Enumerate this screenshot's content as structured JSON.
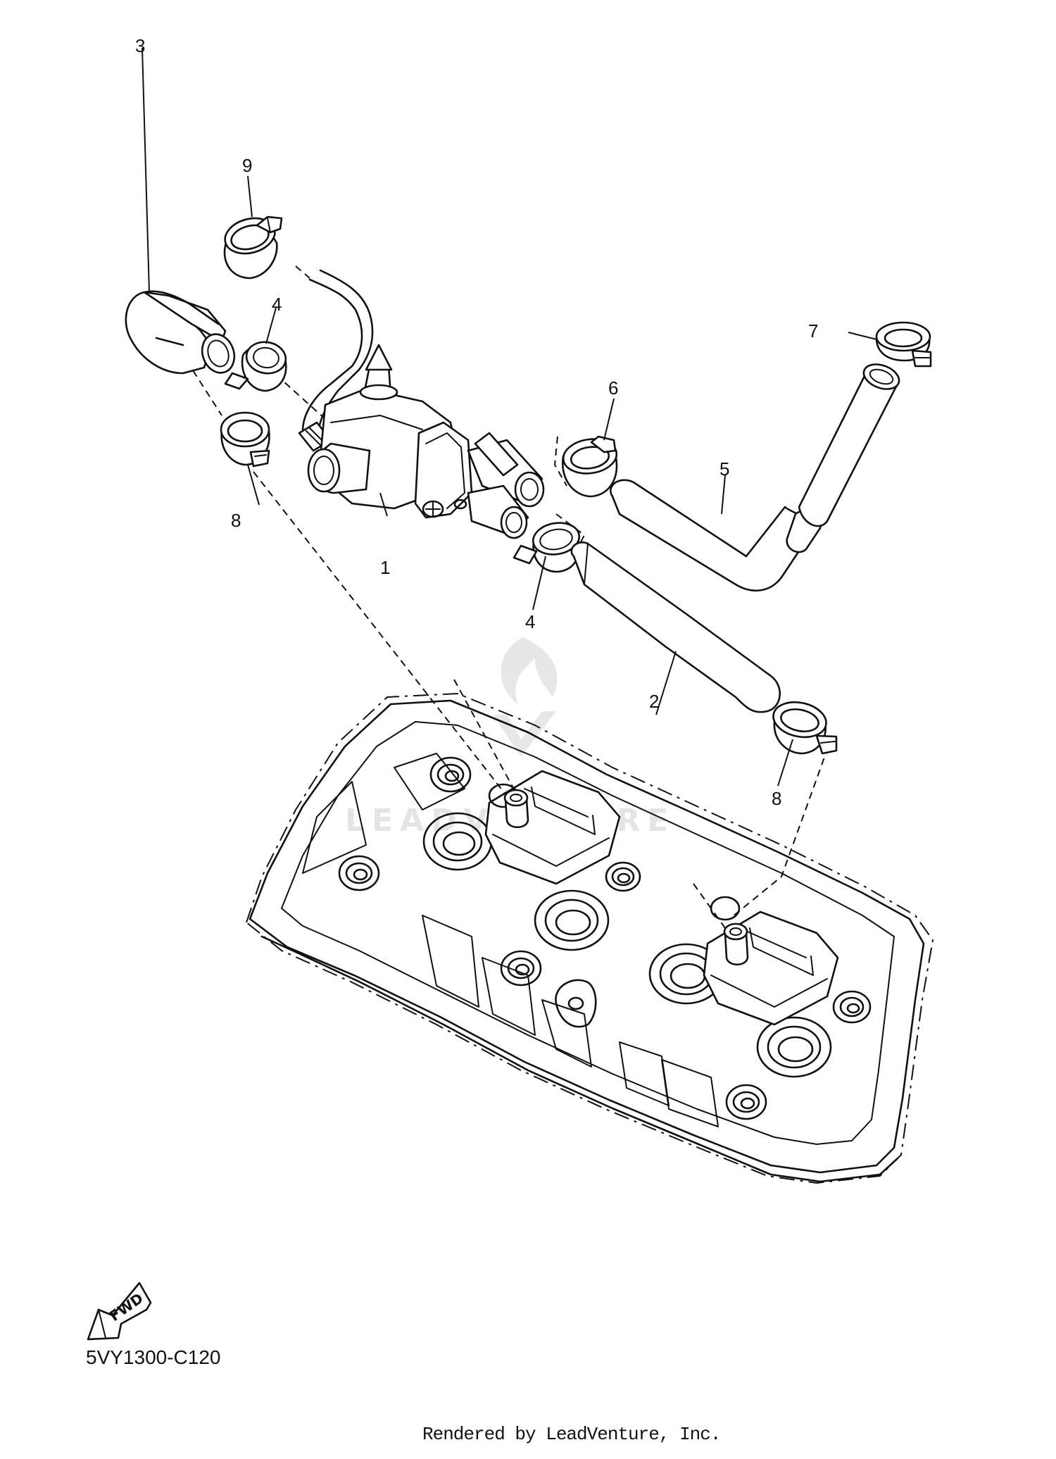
{
  "diagram": {
    "callouts": [
      "1",
      "2",
      "3",
      "4",
      "4",
      "5",
      "6",
      "7",
      "8",
      "8",
      "9"
    ],
    "direction_badge": "FWD",
    "diagram_code": "5VY1300-C120",
    "watermark": "LEADVENTURE",
    "credit": "Rendered by LeadVenture, Inc."
  }
}
